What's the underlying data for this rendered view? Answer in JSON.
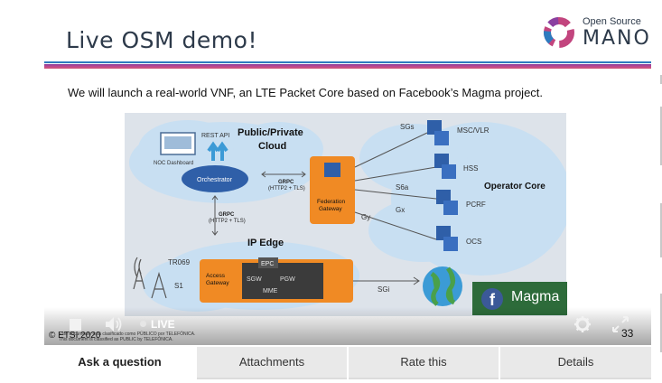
{
  "slide": {
    "title": "Live OSM demo!",
    "logo_top": "Open Source",
    "logo_bottom": "MANO",
    "subtitle": "We will launch a real-world VNF, an LTE Packet Core based on Facebook’s Magma project.",
    "page_number": "33",
    "copyright": "© ETSI 2020",
    "disclaimer_line1": "Este documento está clasificado como PÚBLICO por TELEFÓNICA.",
    "disclaimer_line2": "This document is classified as PUBLIC by TELEFÓNICA."
  },
  "diagram": {
    "public_cloud": "Public/Private",
    "public_cloud_2": "Cloud",
    "rest_api": "REST API",
    "noc_dashboard": "NOC Dashboard",
    "orchestrator": "Orchestrator",
    "grpc_1": "GRPC",
    "grpc_1b": "(HTTP2 + TLS)",
    "grpc_2": "GRPC",
    "grpc_2b": "(HTTP2 + TLS)",
    "federation_1": "Federation",
    "federation_2": "Gateway",
    "gy": "Gy",
    "sgs": "SGs",
    "s6a": "S6a",
    "gx": "Gx",
    "msc": "MSC/VLR",
    "hss": "HSS",
    "pcrf": "PCRF",
    "ocs": "OCS",
    "operator_core": "Operator Core",
    "ip_edge": "IP Edge",
    "tr069": "TR069",
    "s1": "S1",
    "access_1": "Access",
    "access_2": "Gateway",
    "epc": "EPC",
    "sgw": "SGW",
    "pgw": "PGW",
    "mme": "MME",
    "sgi": "SGi",
    "magma": "Magma"
  },
  "player": {
    "live_label": "LIVE"
  },
  "tabs": [
    {
      "label": "Ask a question",
      "active": true
    },
    {
      "label": "Attachments",
      "active": false
    },
    {
      "label": "Rate this",
      "active": false
    },
    {
      "label": "Details",
      "active": false
    }
  ],
  "colors": {
    "accent_blue": "#2d7bbf",
    "accent_purple": "#8b3fa0",
    "federation_orange": "#f08a24",
    "node_blue": "#2f5fa8",
    "magma_green": "#2d6b3a"
  }
}
